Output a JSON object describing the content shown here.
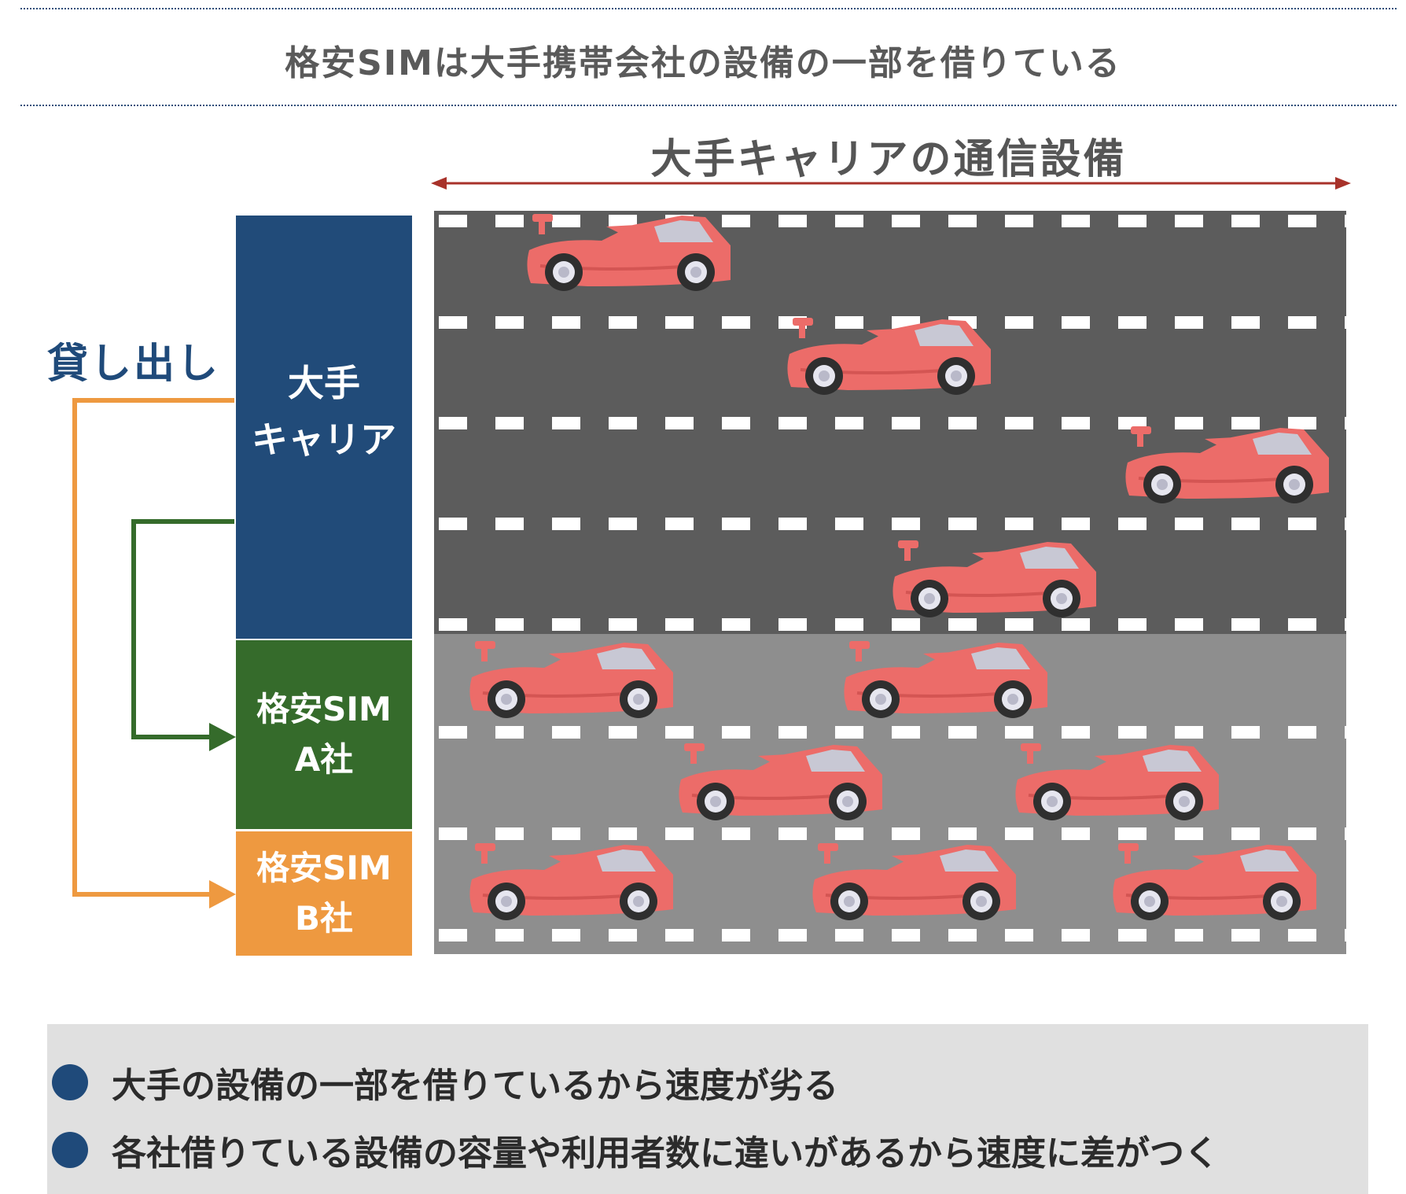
{
  "title": "格安SIMは大手携帯会社の設備の一部を借りている",
  "section_title": "大手キャリアの通信設備",
  "lend_label": "貸し出し",
  "blocks": {
    "carrier": {
      "line1": "大手",
      "line2": "キャリア"
    },
    "sim_a": {
      "line1": "格安SIM",
      "line2": "A社"
    },
    "sim_b": {
      "line1": "格安SIM",
      "line2": "B社"
    }
  },
  "notes": [
    "大手の設備の一部を借りているから速度が劣る",
    "各社借りている設備の容量や利用者数に違いがあるから速度に差がつく"
  ],
  "colors": {
    "carrier": "#214b79",
    "sim_a": "#356b2b",
    "sim_b": "#ee9940",
    "road_carrier": "#5c5c5c",
    "road_mvno": "#8e8e8e",
    "car": "#ec6c69",
    "arrow": "#a8322a",
    "bullet": "#1f4a7a"
  },
  "icons": {
    "vehicle": "race-car-icon",
    "bullet": "circle-bullet-icon"
  }
}
